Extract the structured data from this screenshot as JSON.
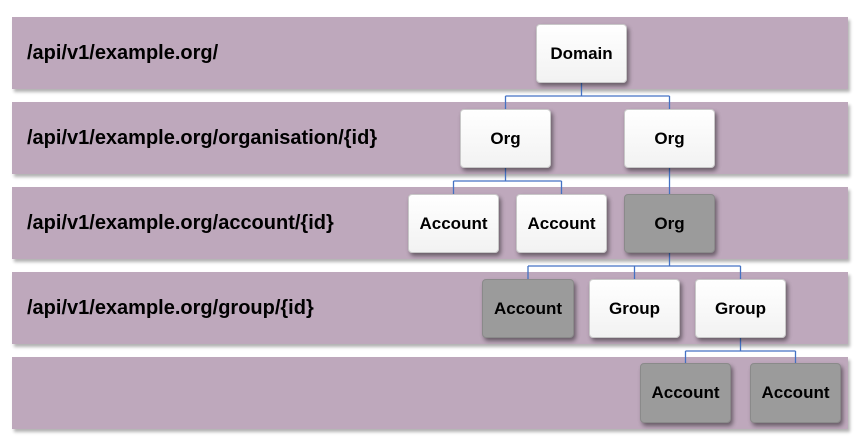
{
  "levels": [
    {
      "label": "/api/v1/example.org/"
    },
    {
      "label": "/api/v1/example.org/organisation/{id}"
    },
    {
      "label": "/api/v1/example.org/account/{id}"
    },
    {
      "label": "/api/v1/example.org/group/{id}"
    },
    {
      "label": ""
    }
  ],
  "nodes": {
    "domain": {
      "label": "Domain",
      "style": "white"
    },
    "org_a": {
      "label": "Org",
      "style": "white"
    },
    "org_b": {
      "label": "Org",
      "style": "white"
    },
    "account_a1": {
      "label": "Account",
      "style": "white"
    },
    "account_a2": {
      "label": "Account",
      "style": "white"
    },
    "org_b_sub": {
      "label": "Org",
      "style": "gray"
    },
    "account_g": {
      "label": "Account",
      "style": "gray"
    },
    "group_1": {
      "label": "Group",
      "style": "white"
    },
    "group_2": {
      "label": "Group",
      "style": "white"
    },
    "account_g2a": {
      "label": "Account",
      "style": "gray"
    },
    "account_g2b": {
      "label": "Account",
      "style": "gray"
    }
  },
  "edges": [
    [
      "domain",
      "org_a"
    ],
    [
      "domain",
      "org_b"
    ],
    [
      "org_a",
      "account_a1"
    ],
    [
      "org_a",
      "account_a2"
    ],
    [
      "org_b",
      "org_b_sub"
    ],
    [
      "org_b_sub",
      "account_g"
    ],
    [
      "org_b_sub",
      "group_1"
    ],
    [
      "org_b_sub",
      "group_2"
    ],
    [
      "group_2",
      "account_g2a"
    ],
    [
      "group_2",
      "account_g2b"
    ]
  ],
  "colors": {
    "band": "#bea8bc",
    "connector": "#4472c4",
    "node_white": "#ffffff",
    "node_gray": "#9b9b9b"
  }
}
